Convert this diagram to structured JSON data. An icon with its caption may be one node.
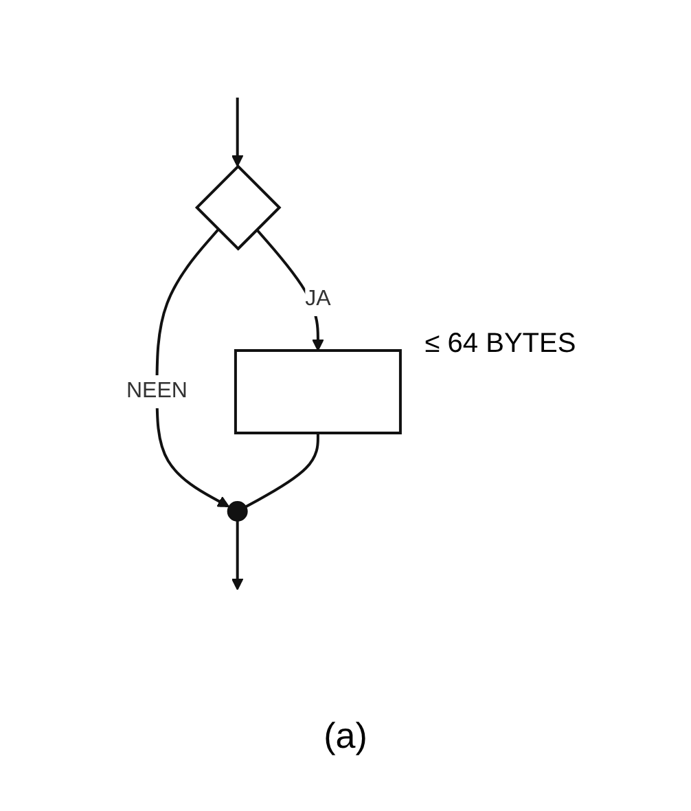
{
  "diagram": {
    "caption": "(a)",
    "nodes": [
      {
        "text": [],
        "shape": "diamond"
      },
      {
        "text": [],
        "shape": "box"
      },
      {
        "text": [],
        "shape": "circle"
      }
    ],
    "edges": [
      {
        "from": null,
        "to": 0,
        "arrow": "to"
      },
      {
        "from": 0,
        "to": 1,
        "arrow": "to",
        "label": "JA"
      },
      {
        "from": 0,
        "to": 2,
        "arrow": "to",
        "label": "NEEN"
      },
      {
        "from": 1,
        "to": 2,
        "arrow": "none"
      },
      {
        "from": 2,
        "to": null,
        "arrow": "to"
      }
    ],
    "labels": [
      "≤ 64 BYTES"
    ]
  }
}
